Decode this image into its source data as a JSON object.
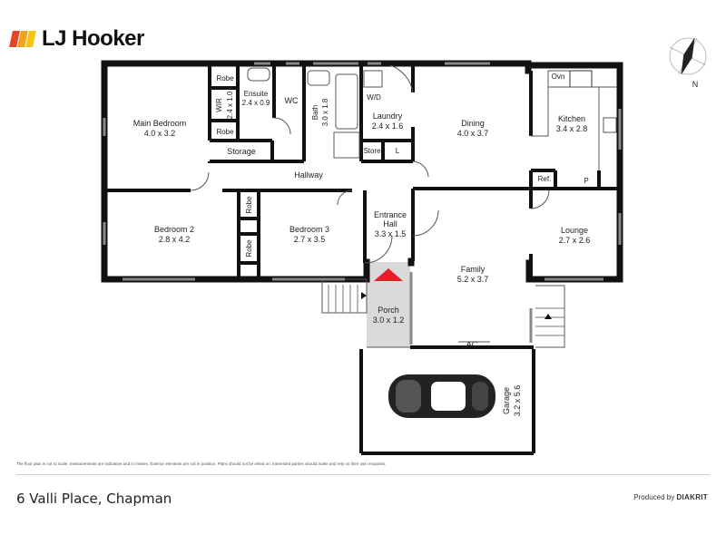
{
  "brand": {
    "name": "LJ Hooker",
    "colors": [
      "#e8442a",
      "#f2a31b",
      "#f5c518"
    ]
  },
  "compass": {
    "label": "N"
  },
  "rooms": {
    "main_bedroom": {
      "name": "Main Bedroom",
      "dims": "4.0 x 3.2"
    },
    "wir": {
      "name": "WIR",
      "dims": "2.4 x 1.0"
    },
    "robe_top": {
      "name": "Robe"
    },
    "robe_bottom": {
      "name": "Robe"
    },
    "ensuite": {
      "name": "Ensuite",
      "dims": "2.4 x 0.9"
    },
    "wc": {
      "name": "WC"
    },
    "bath": {
      "name": "Bath",
      "dims": "3.0 x 1.8"
    },
    "wd": {
      "name": "W/D"
    },
    "laundry": {
      "name": "Laundry",
      "dims": "2.4 x 1.6"
    },
    "store": {
      "name": "Store"
    },
    "l": {
      "name": "L"
    },
    "storage": {
      "name": "Storage"
    },
    "dining": {
      "name": "Dining",
      "dims": "4.0 x 3.7"
    },
    "kitchen": {
      "name": "Kitchen",
      "dims": "3.4 x 2.8"
    },
    "ovn": {
      "name": "Ovn"
    },
    "ref": {
      "name": "Ref."
    },
    "p": {
      "name": "P"
    },
    "hallway": {
      "name": "Hallway"
    },
    "bedroom2": {
      "name": "Bedroom 2",
      "dims": "2.8 x 4.2"
    },
    "robe_b3a": {
      "name": "Robe"
    },
    "robe_b3b": {
      "name": "Robe"
    },
    "bedroom3": {
      "name": "Bedroom 3",
      "dims": "2.7 x 3.5"
    },
    "entrance": {
      "name1": "Entrance",
      "name2": "Hall",
      "dims": "3.3 x 1.5"
    },
    "lounge": {
      "name": "Lounge",
      "dims": "2.7 x 2.6"
    },
    "family": {
      "name": "Family",
      "dims": "5.2 x 3.7"
    },
    "porch": {
      "name": "Porch",
      "dims": "3.0 x 1.2"
    },
    "ac": {
      "name": "AC"
    },
    "garage": {
      "name": "Garage",
      "dims": "3.2 x 5.6"
    }
  },
  "disclaimer": "The floor plan is not to scale, measurements are indicative and in metres. Exterior elements are not in position. Plans should not be relied on. Interested parties should make and rely on their own enquiries.",
  "footer": {
    "address": "6 Valli Place, Chapman",
    "produced_by": "Produced by",
    "producer": "DIAKRIT"
  }
}
